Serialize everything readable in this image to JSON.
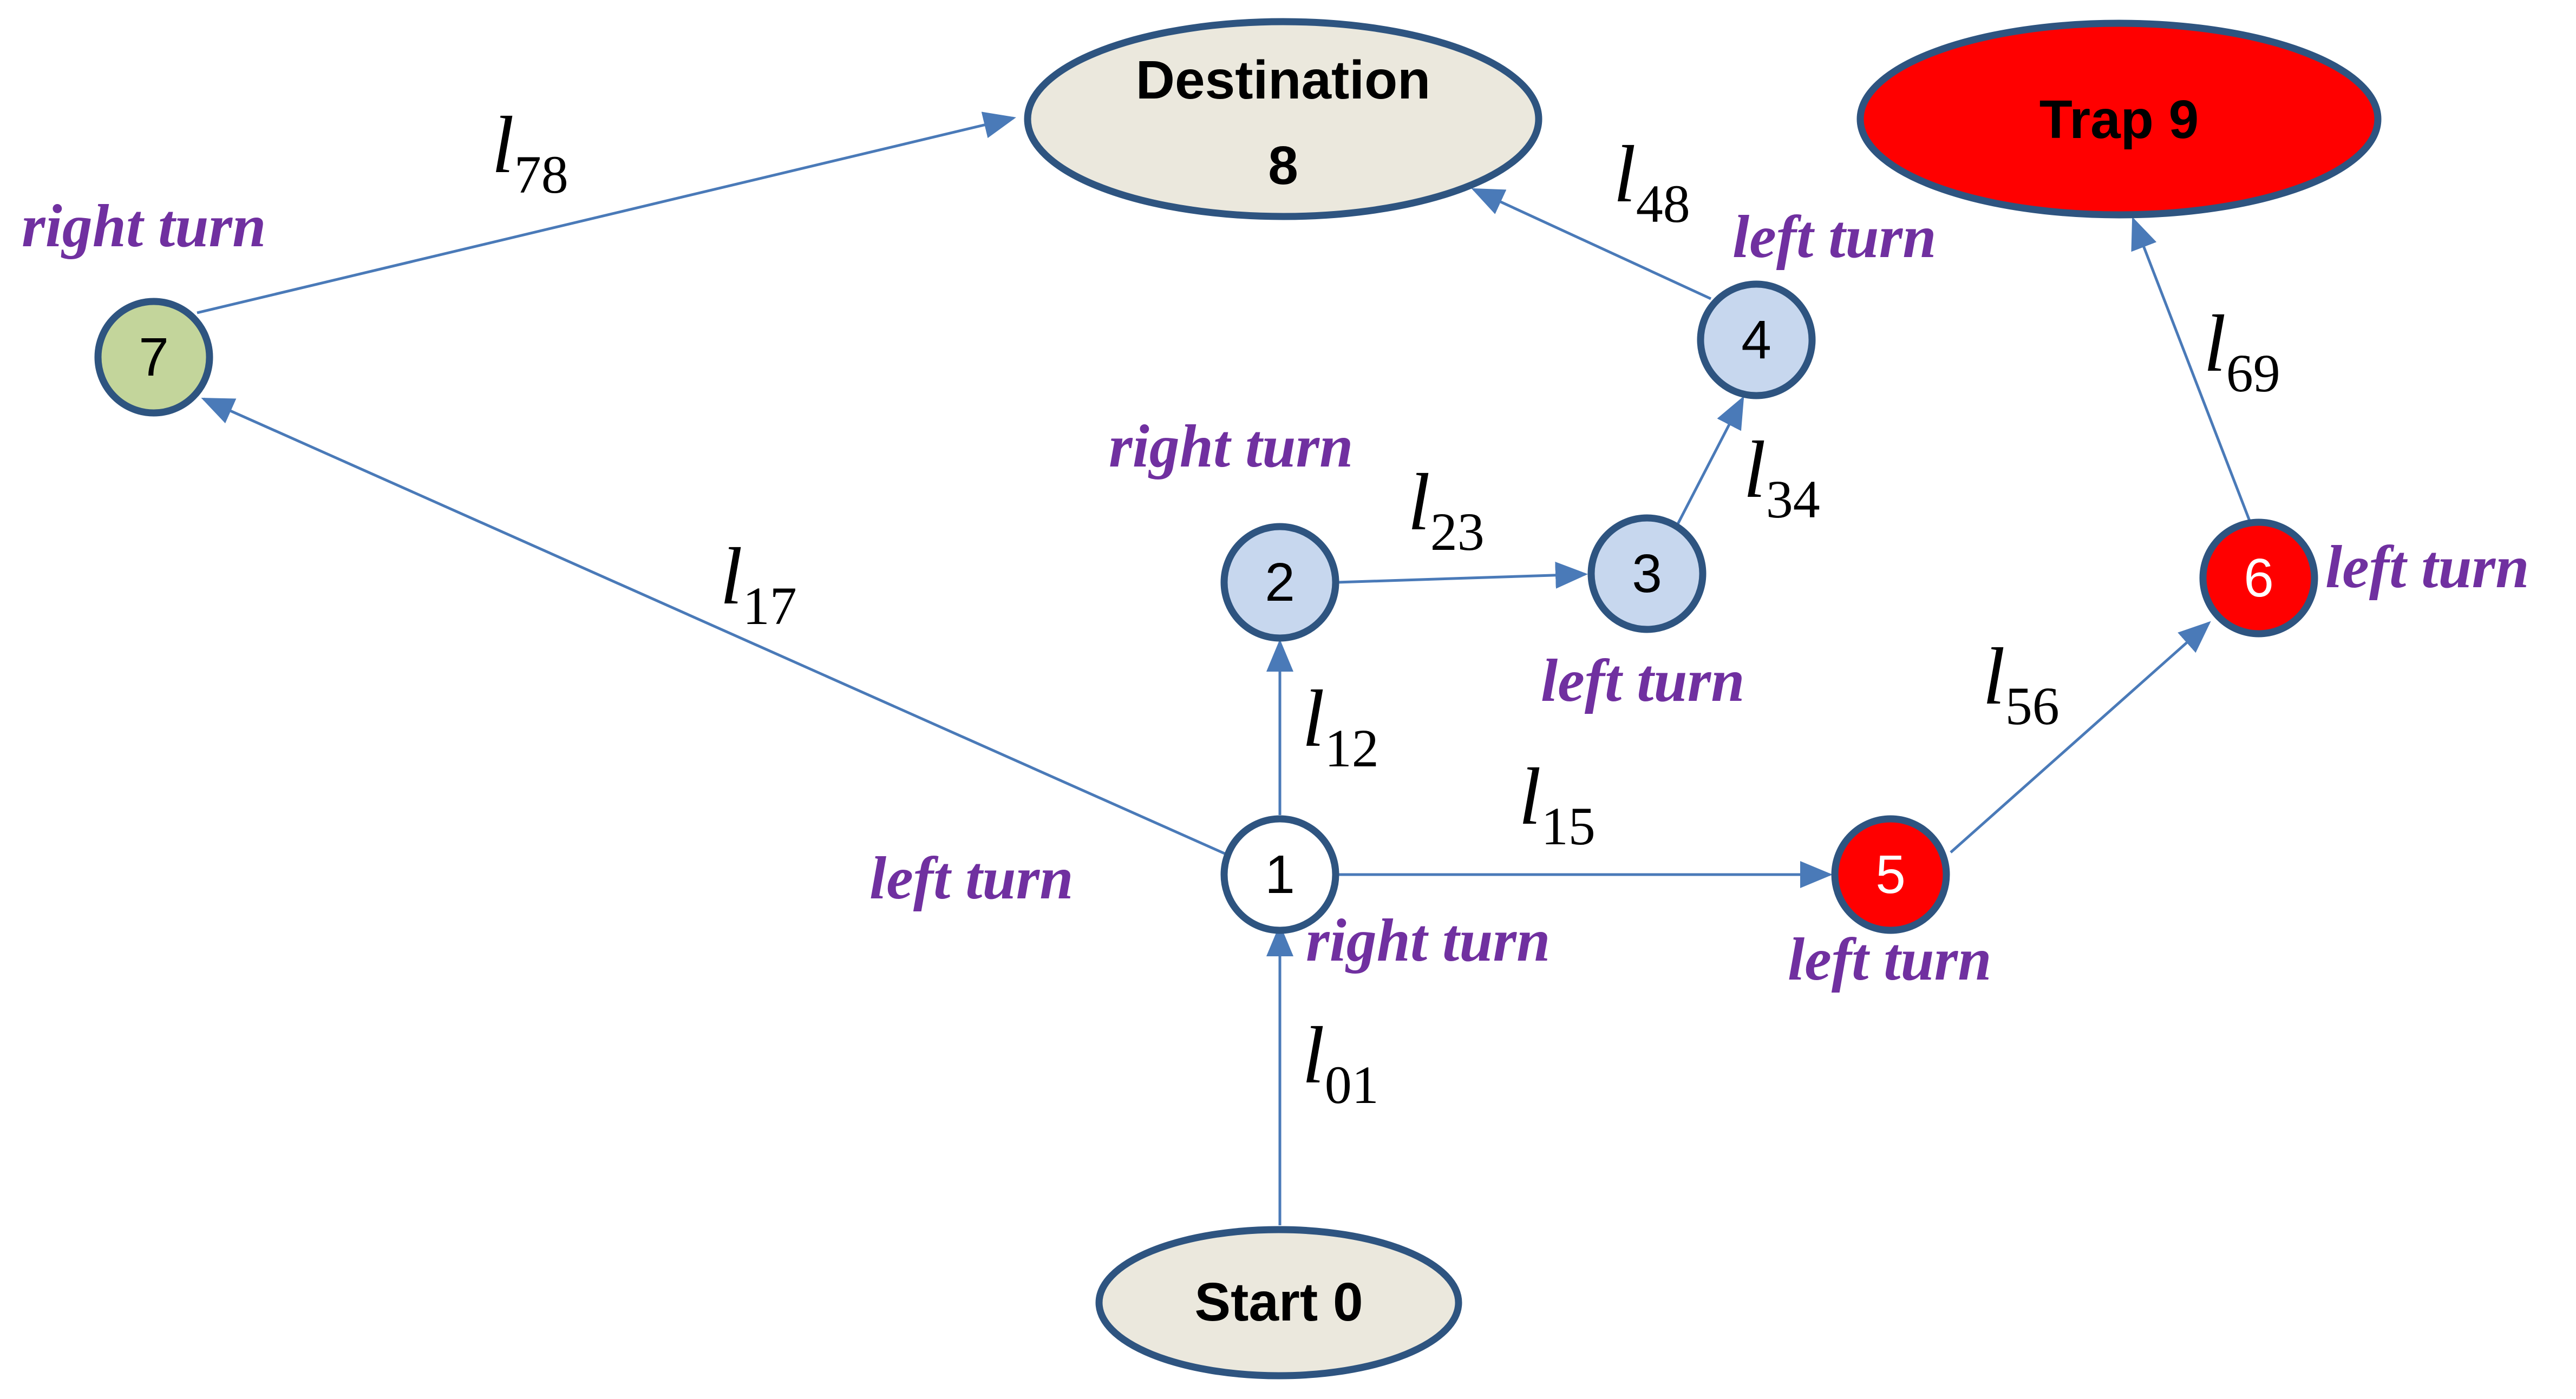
{
  "colors": {
    "edge": "#4a7ab8",
    "node_stroke": "#2e5480",
    "start_fill": "#ebe8dd",
    "destination_fill": "#ebe8dd",
    "trap_fill": "#ff0000",
    "blue_fill": "#c7d7ee",
    "green_fill": "#c3d59b",
    "white_fill": "#ffffff",
    "red_fill": "#ff0000",
    "turn_text": "#7030a0"
  },
  "nodes": {
    "start": {
      "label": "Start 0"
    },
    "destination": {
      "line1": "Destination",
      "line2": "8"
    },
    "trap": {
      "label": "Trap 9"
    },
    "n1": {
      "label": "1"
    },
    "n2": {
      "label": "2"
    },
    "n3": {
      "label": "3"
    },
    "n4": {
      "label": "4"
    },
    "n5": {
      "label": "5"
    },
    "n6": {
      "label": "6"
    },
    "n7": {
      "label": "7"
    }
  },
  "edges": {
    "l01": {
      "letter": "l",
      "sub": "01"
    },
    "l12": {
      "letter": "l",
      "sub": "12"
    },
    "l15": {
      "letter": "l",
      "sub": "15"
    },
    "l17": {
      "letter": "l",
      "sub": "17"
    },
    "l23": {
      "letter": "l",
      "sub": "23"
    },
    "l34": {
      "letter": "l",
      "sub": "34"
    },
    "l48": {
      "letter": "l",
      "sub": "48"
    },
    "l56": {
      "letter": "l",
      "sub": "56"
    },
    "l69": {
      "letter": "l",
      "sub": "69"
    },
    "l78": {
      "letter": "l",
      "sub": "78"
    }
  },
  "turns": {
    "n7_right": "right turn",
    "n2_right": "right turn",
    "n4_left": "left turn",
    "n3_left": "left turn",
    "n6_left": "left turn",
    "n1_left": "left turn",
    "n1_right": "right turn",
    "n5_left": "left turn"
  }
}
